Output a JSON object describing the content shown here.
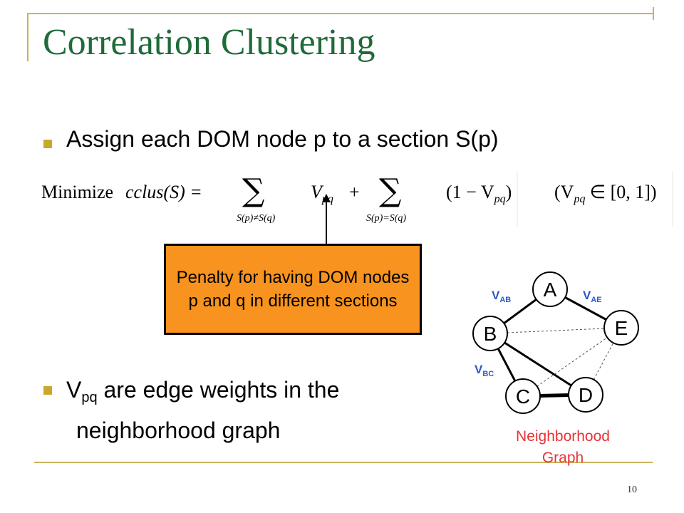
{
  "slide": {
    "title": "Correlation Clustering",
    "bullet1": "Assign each DOM node p to a section S(p)",
    "bullet2_var": "V",
    "bullet2_sub": "pq",
    "bullet2_rest_line1": " are edge weights in the",
    "bullet2_line2": "neighborhood graph",
    "page_number": "10"
  },
  "formula": {
    "minimize": "Minimize",
    "lhs": "cclus(S) =",
    "sum_symbol": "∑",
    "term1": "V",
    "term1_sub": "pq",
    "plus": "+",
    "sub1": "S(p)≠S(q)",
    "term2": "(1 − V",
    "term2_sub": "pq",
    "term2_close": ")",
    "sub2": "S(p)=S(q)",
    "constraint": "(V",
    "constraint_sub": "pq",
    "constraint_rest": "∈ [0, 1])"
  },
  "callout": {
    "text": "Penalty for having DOM nodes p and q in different sections"
  },
  "graph": {
    "nodes": [
      "A",
      "B",
      "C",
      "D",
      "E"
    ],
    "edge_labels": {
      "ab": "V",
      "ab_sub": "AB",
      "ae": "V",
      "ae_sub": "AE",
      "bc": "V",
      "bc_sub": "BC"
    },
    "caption_line1": "Neighborhood",
    "caption_line2": "Graph",
    "label_color": "#2a59c8",
    "caption_color": "#e8343a"
  },
  "colors": {
    "title": "#1f6b3a",
    "bullet": "#c9a92a",
    "callout_fill": "#f7931e",
    "frame": "#c8b45a"
  }
}
